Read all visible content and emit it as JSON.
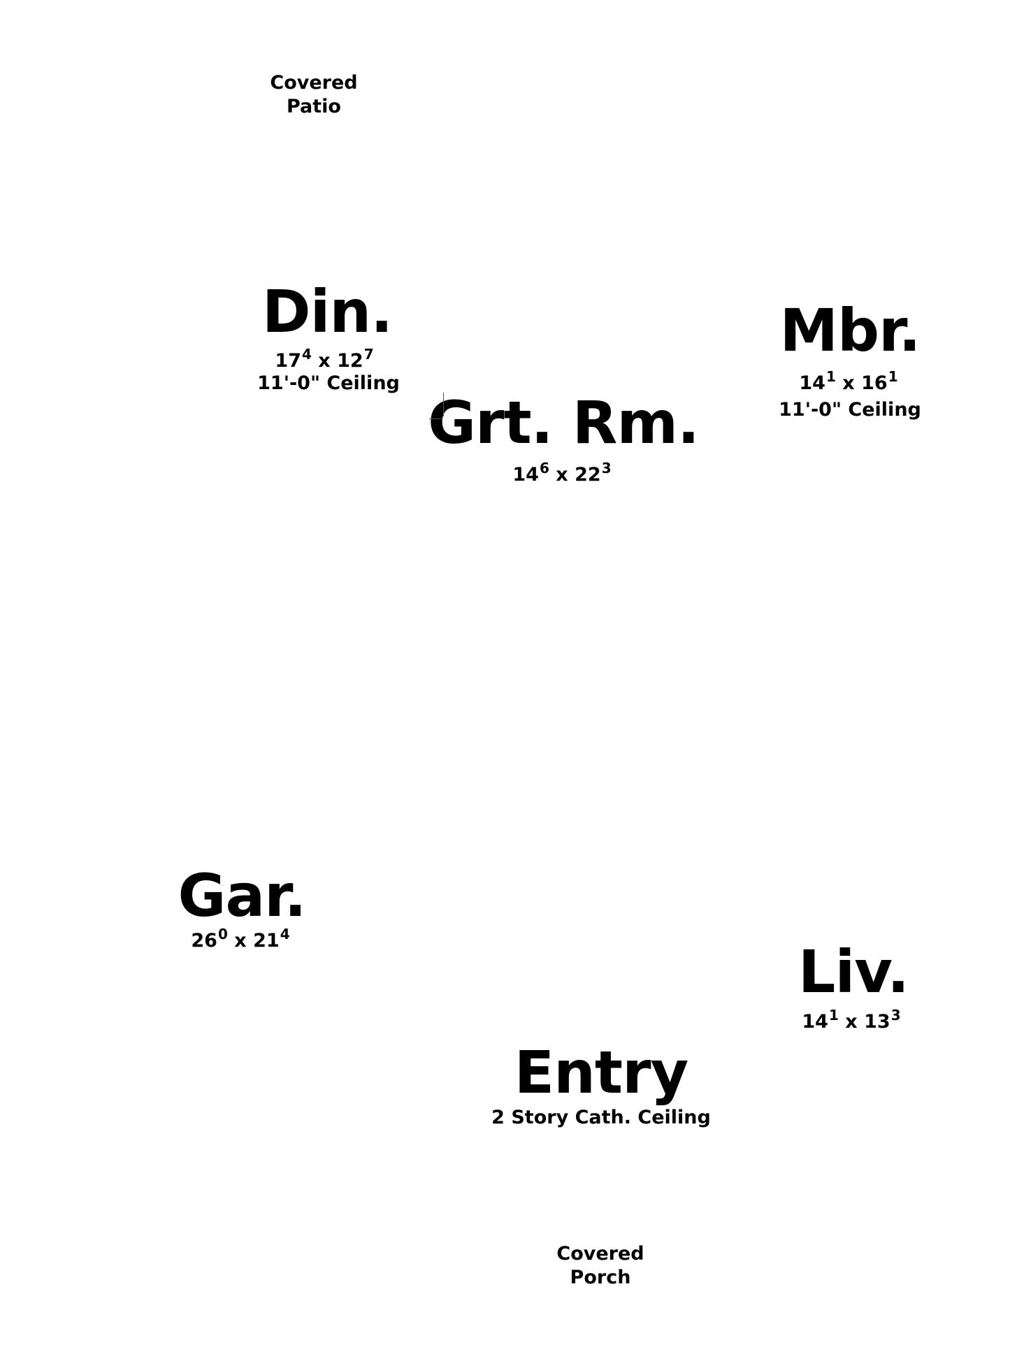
{
  "plan": {
    "covered_patio": {
      "line1": "Covered",
      "line2": "Patio"
    },
    "covered_porch": {
      "line1": "Covered",
      "line2": "Porch"
    },
    "rooms": {
      "din": {
        "name": "Din.",
        "w": "17",
        "w_in": "4",
        "x": "x",
        "l": "12",
        "l_in": "7",
        "ceiling": "11'-0\" Ceiling"
      },
      "grt_rm": {
        "name": "Grt. Rm.",
        "w": "14",
        "w_in": "6",
        "x": "x",
        "l": "22",
        "l_in": "3"
      },
      "mbr": {
        "name": "Mbr.",
        "w": "14",
        "w_in": "1",
        "x": "x",
        "l": "16",
        "l_in": "1",
        "ceiling": "11'-0\" Ceiling"
      },
      "gar": {
        "name": "Gar.",
        "w": "26",
        "w_in": "0",
        "x": "x",
        "l": "21",
        "l_in": "4"
      },
      "liv": {
        "name": "Liv.",
        "w": "14",
        "w_in": "1",
        "x": "x",
        "l": "13",
        "l_in": "3"
      },
      "entry": {
        "name": "Entry",
        "ceiling": "2 Story Cath. Ceiling"
      }
    }
  }
}
